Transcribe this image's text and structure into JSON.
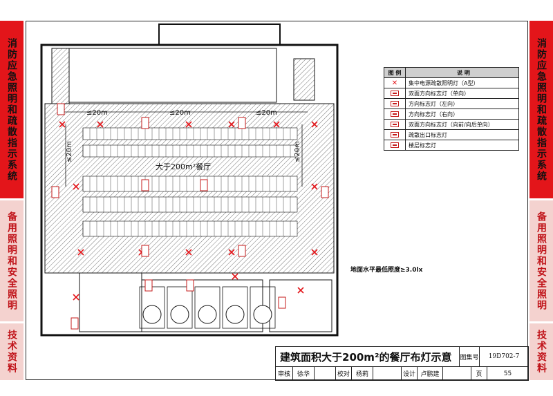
{
  "side_left": [
    {
      "text": "消防应急照明和疏散指示系统",
      "style": "red"
    },
    {
      "text": "备用照明和安全照明",
      "style": "pink"
    },
    {
      "text": "技术资料",
      "style": "pink"
    }
  ],
  "side_right": [
    {
      "text": "消防应急照明和疏散指示系统",
      "style": "red"
    },
    {
      "text": "备用照明和安全照明",
      "style": "pink"
    },
    {
      "text": "技术资料",
      "style": "pink"
    }
  ],
  "legend": {
    "header_symbol": "图 例",
    "header_desc": "说 明",
    "items": [
      {
        "symbol": "x-icon",
        "desc": "集中电源疏散照明灯（A型）"
      },
      {
        "symbol": "box-icon",
        "desc": "双面方向标志灯（单向）"
      },
      {
        "symbol": "box-icon",
        "desc": "方向标志灯（左向）"
      },
      {
        "symbol": "box-icon",
        "desc": "方向标志灯（右向）"
      },
      {
        "symbol": "box-icon",
        "desc": "双面方向标志灯（向前/向后单向）"
      },
      {
        "symbol": "box-icon",
        "desc": "疏散出口标志灯"
      },
      {
        "symbol": "box-icon",
        "desc": "楼层标志灯"
      }
    ]
  },
  "plan": {
    "hall_label": "大于200m²餐厅",
    "dist_top": [
      "≤20m",
      "≤20m",
      "≤20m"
    ],
    "dist_side": [
      "≤20m",
      "≤20m"
    ],
    "illum_note": "地面水平最低照度≥3.0lx"
  },
  "titleblock": {
    "title": "建筑面积大于200m²的餐厅布灯示意",
    "atlas_label": "图集号",
    "atlas_code": "19D702-7",
    "review_label": "审核",
    "review_name": "徐华",
    "review_sig": "",
    "check_label": "校对",
    "check_name": "杨莉",
    "check_sig": "",
    "design_label": "设计",
    "design_name": "卢鹏建",
    "design_sig": "",
    "page_label": "页",
    "page_no": "55"
  },
  "colors": {
    "red": "#e3151a",
    "pink": "#f4d2cf"
  }
}
